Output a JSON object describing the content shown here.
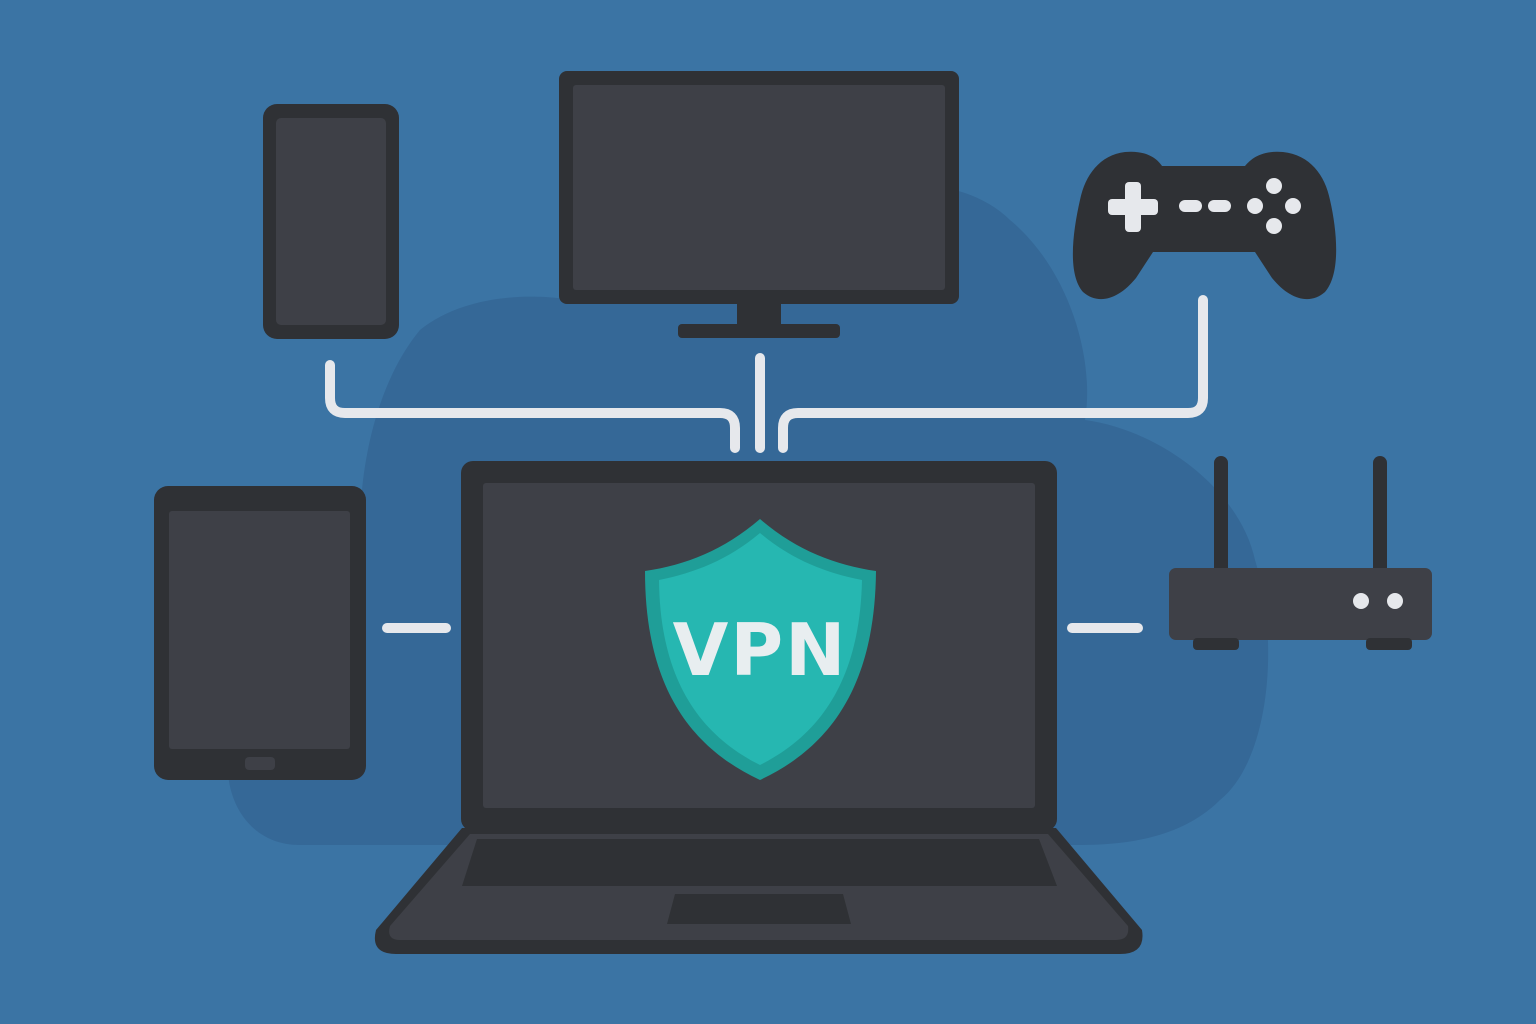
{
  "colors": {
    "background": "#3b74a4",
    "cloud": "#356897",
    "device_body": "#2f3135",
    "device_screen": "#3e4047",
    "connector": "#e6e8ec",
    "shield_outer": "#1f9e98",
    "shield_inner": "#26b7b1",
    "shield_text": "#e8eef0"
  },
  "shield": {
    "label": "VPN",
    "icon": "shield-icon"
  },
  "devices": [
    {
      "name": "smartphone",
      "icon": "smartphone-icon"
    },
    {
      "name": "monitor",
      "icon": "monitor-icon"
    },
    {
      "name": "game-controller",
      "icon": "gamepad-icon"
    },
    {
      "name": "tablet",
      "icon": "tablet-icon"
    },
    {
      "name": "laptop",
      "icon": "laptop-icon"
    },
    {
      "name": "router",
      "icon": "router-icon"
    }
  ]
}
